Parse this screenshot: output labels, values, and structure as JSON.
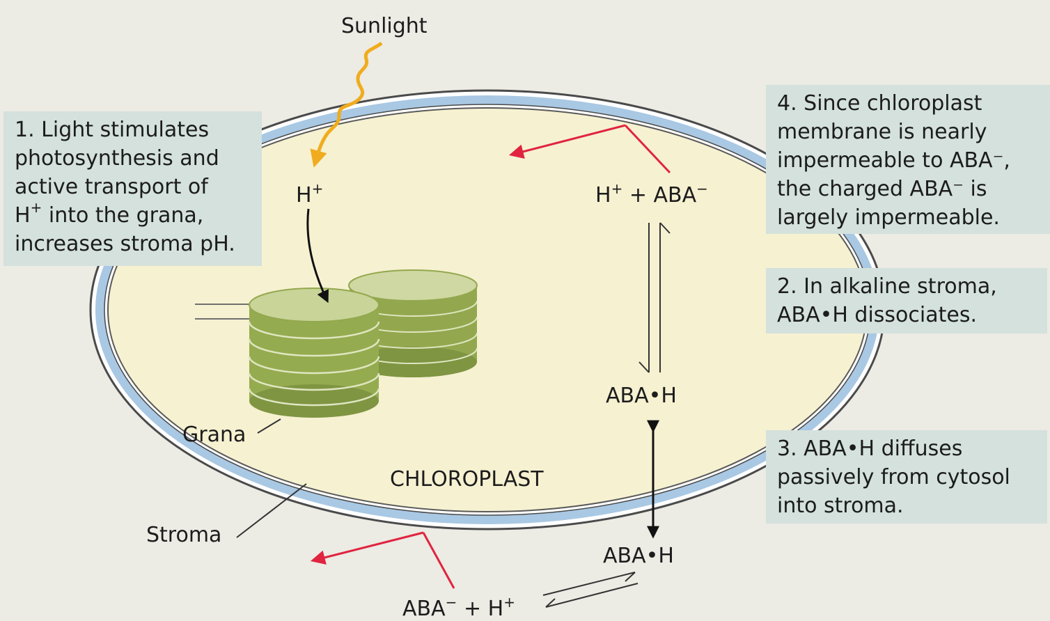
{
  "labels": {
    "sunlight": "Sunlight",
    "h_plus": "H",
    "h_plus_sup": "+",
    "h_aba_left": "H",
    "h_aba_plus_sup": "+",
    "h_aba_mid": " + ABA",
    "h_aba_minus_sup": "−",
    "aba_h_stroma": "ABA•H",
    "aba_h_cytosol": "ABA•H",
    "aba_minus": "ABA",
    "aba_minus_sup": "−",
    "aba_plus_h": " + H",
    "aba_plus_h_sup": "+",
    "grana": "Grana",
    "chloroplast": "CHLOROPLAST",
    "stroma": "Stroma"
  },
  "boxes": {
    "step1": {
      "line1": "1. Light stimulates",
      "line2": "photosynthesis and",
      "line3": "active transport of",
      "line4_h": "H",
      "line4_sup": "+",
      "line4_rest": " into the grana,",
      "line5": "increases stroma pH."
    },
    "step2": {
      "line1": "2. In alkaline stroma,",
      "line2": "ABA•H dissociates."
    },
    "step3": {
      "line1": "3. ABA•H diffuses",
      "line2": "passively from cytosol",
      "line3": "into stroma."
    },
    "step4": {
      "line1": "4. Since chloroplast",
      "line2": "membrane is nearly",
      "line3": "impermeable to ABA⁻,",
      "line4": "the charged ABA⁻ is",
      "line5": "largely impermeable."
    }
  },
  "colors": {
    "background": "#ecebe4",
    "stroma_fill": "#f6f1d1",
    "membrane": "#a9c8e3",
    "grana_green": "#93a84e",
    "callout_box": "#d4e1dd",
    "sunlight_wave": "#f0ac1e",
    "red_arrow": "#e0243f"
  }
}
